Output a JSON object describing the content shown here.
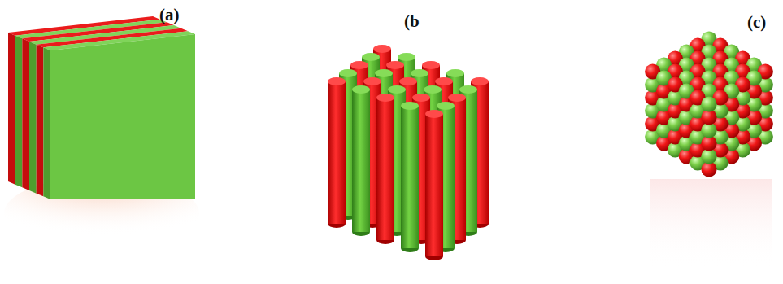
{
  "diagram": {
    "labels": [
      "(a)",
      "(b",
      "(c)"
    ]
  }
}
